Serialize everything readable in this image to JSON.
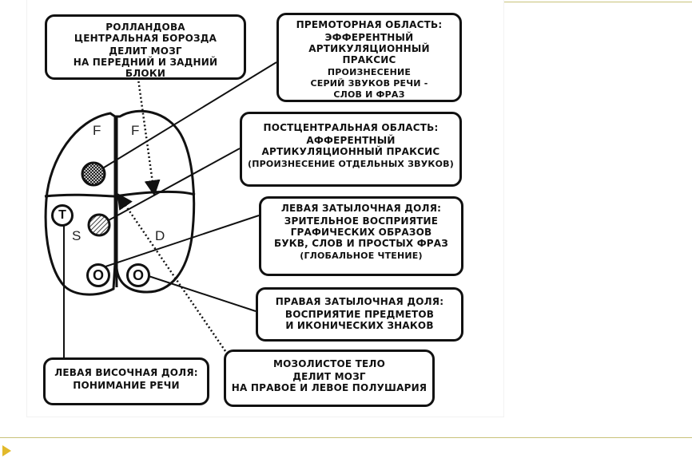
{
  "boxes": {
    "rolando": {
      "title_1": "РОЛЛАНДОВА",
      "title_2": "ЦЕНТРАЛЬНАЯ БОРОЗДА",
      "desc_1": "ДЕЛИТ МОЗГ",
      "desc_2": "НА ПЕРЕДНИЙ И ЗАДНИЙ БЛОКИ"
    },
    "premotor": {
      "title": "ПРЕМОТОРНАЯ ОБЛАСТЬ:",
      "line_1": "ЭФФЕРЕНТНЫЙ",
      "line_2": "АРТИКУЛЯЦИОННЫЙ ПРАКСИС",
      "line_3": "ПРОИЗНЕСЕНИЕ",
      "line_4": "СЕРИЙ ЗВУКОВ РЕЧИ -",
      "line_5": "СЛОВ И ФРАЗ"
    },
    "postcentral": {
      "title": "ПОСТЦЕНТРАЛЬНАЯ ОБЛАСТЬ:",
      "line_1": "АФФЕРЕНТНЫЙ",
      "line_2": "АРТИКУЛЯЦИОННЫЙ ПРАКСИС",
      "line_3": "(ПРОИЗНЕСЕНИЕ ОТДЕЛЬНЫХ ЗВУКОВ)"
    },
    "left_occipital": {
      "title": "ЛЕВАЯ ЗАТЫЛОЧНАЯ ДОЛЯ:",
      "line_1": "ЗРИТЕЛЬНОЕ ВОСПРИЯТИЕ",
      "line_2": "ГРАФИЧЕСКИХ ОБРАЗОВ",
      "line_3": "БУКВ, СЛОВ И ПРОСТЫХ ФРАЗ",
      "line_4": "(ГЛОБАЛЬНОЕ ЧТЕНИЕ)"
    },
    "right_occipital": {
      "title": "ПРАВАЯ ЗАТЫЛОЧНАЯ ДОЛЯ:",
      "line_1": "ВОСПРИЯТИЕ ПРЕДМЕТОВ",
      "line_2": "И ИКОНИЧЕСКИХ ЗНАКОВ"
    },
    "corpus_callosum": {
      "title": "МОЗОЛИСТОЕ ТЕЛО",
      "line_1": "ДЕЛИТ МОЗГ",
      "line_2": "НА ПРАВОЕ И ЛЕВОЕ ПОЛУШАРИЯ"
    },
    "left_temporal": {
      "title": "ЛЕВАЯ ВИСОЧНАЯ ДОЛЯ:",
      "line_1": "ПОНИМАНИЕ РЕЧИ"
    }
  },
  "brain": {
    "letters": {
      "frontal_left": "F",
      "frontal_right": "F",
      "s": "S",
      "d": "D",
      "t": "T",
      "o_left": "O",
      "o_right": "O"
    }
  },
  "colors": {
    "ink": "#111111",
    "rule": "#c8c27a",
    "bullet": "#e2b92a"
  }
}
